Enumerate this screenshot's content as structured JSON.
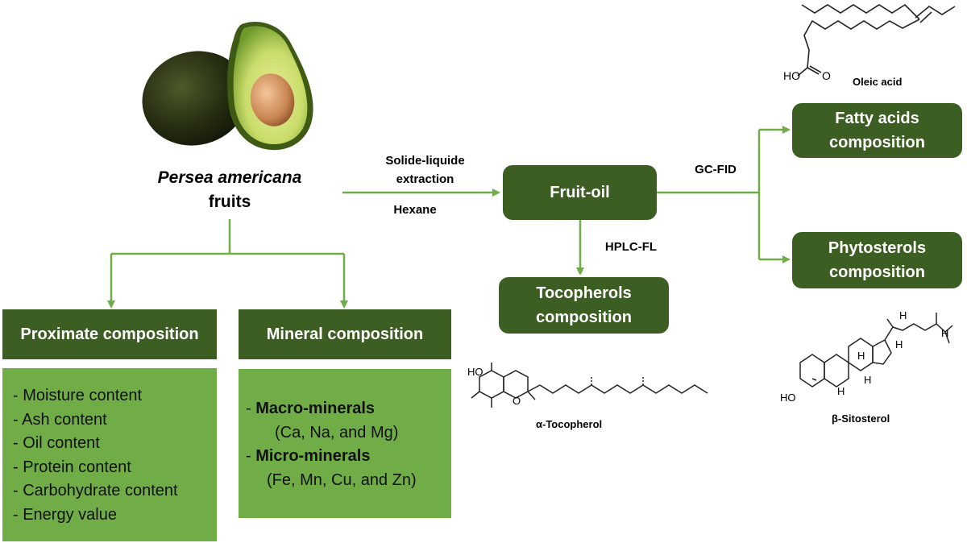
{
  "source": {
    "name_italic": "Persea americana",
    "name_plain": "fruits",
    "image_icon": "avocado-image"
  },
  "extraction": {
    "method_line1": "Solide-liquide",
    "method_line2": "extraction",
    "solvent": "Hexane"
  },
  "nodes": {
    "fruit_oil": "Fruit-oil",
    "fatty_acids": [
      "Fatty acids",
      "composition"
    ],
    "phytosterols": [
      "Phytosterols",
      "composition"
    ],
    "tocopherols": [
      "Tocopherols",
      "composition"
    ],
    "proximate": "Proximate composition",
    "mineral": "Mineral composition"
  },
  "methods": {
    "gc": "GC-FID",
    "hplc": "HPLC-FL"
  },
  "proximate_items": [
    "- Moisture content",
    "- Ash content",
    "- Oil content",
    "- Protein content",
    "- Carbohydrate content",
    "- Energy value"
  ],
  "mineral_items": {
    "macro_dash": "- ",
    "macro_label": "Macro-minerals",
    "macro_list": "(Ca, Na, and Mg)",
    "micro_dash": "- ",
    "micro_label": "Micro-minerals",
    "micro_list": "(Fe, Mn, Cu, and Zn)"
  },
  "structures": {
    "oleic": {
      "name": "Oleic acid",
      "atom_ho": "HO",
      "atom_o": "O"
    },
    "tocopherol": {
      "name": "α-Tocopherol",
      "atom_ho": "HO",
      "atom_o": "O"
    },
    "sitosterol": {
      "name": "β-Sitosterol",
      "atom_ho": "HO",
      "atom_h": "H"
    }
  },
  "colors": {
    "dark_green": "#3c5e23",
    "light_green": "#70ad47",
    "arrow_green": "#70ad47"
  }
}
